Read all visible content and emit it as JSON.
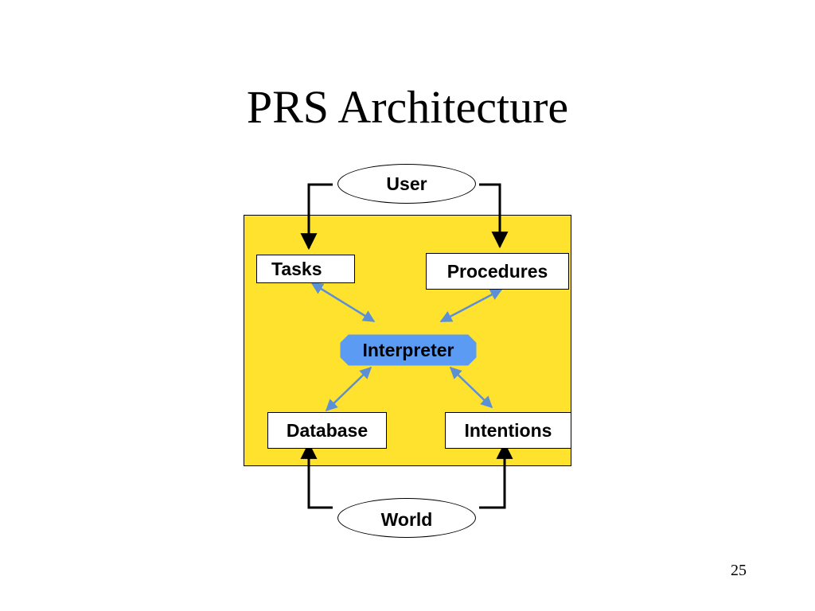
{
  "slide": {
    "title": "PRS Architecture",
    "page_number": "25"
  },
  "diagram": {
    "external": {
      "top": "User",
      "bottom": "World"
    },
    "components": {
      "tasks": "Tasks",
      "procedures": "Procedures",
      "interpreter": "Interpreter",
      "database": "Database",
      "intentions": "Intentions"
    },
    "colors": {
      "panel_fill": "#ffe22e",
      "interpreter_fill": "#5b9bf3",
      "arrow_blue": "#5b8fd6",
      "outline": "#000000"
    }
  }
}
